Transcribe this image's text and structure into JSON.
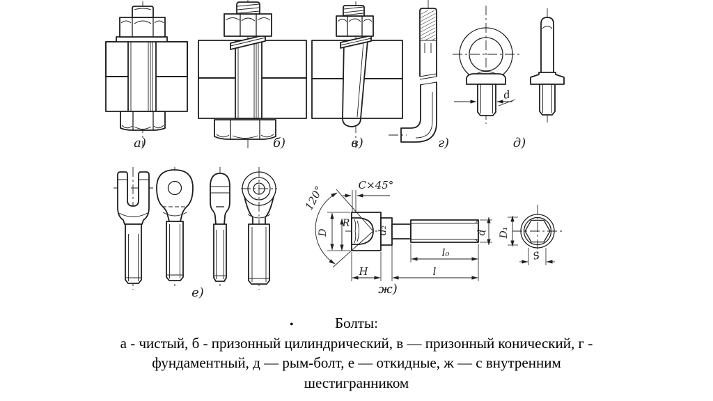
{
  "figure": {
    "labels": {
      "a": "а)",
      "b": "б)",
      "v": "в)",
      "g": "г)",
      "d": "д)",
      "e": "е)",
      "zh": "ж)"
    },
    "dims": {
      "chamfer": "C×45°",
      "angle": "120°",
      "D": "D",
      "R": "R",
      "d2": "d₂",
      "H": "H",
      "l0": "l₀",
      "l": "l",
      "d": "d",
      "D1": "D₁",
      "S": "S",
      "d_eye": "d"
    }
  },
  "caption": {
    "bullet": "•",
    "title": "Болты:",
    "line1": "а - чистый, б - призонный цилиндрический, в — призонный конический, г -",
    "line2": "фундаментный, д — рым-болт, е — откидные, ж — с внутренним",
    "line3": "шестигранником"
  },
  "colors": {
    "ink": "#1e1e1e",
    "paper": "#ffffff"
  }
}
